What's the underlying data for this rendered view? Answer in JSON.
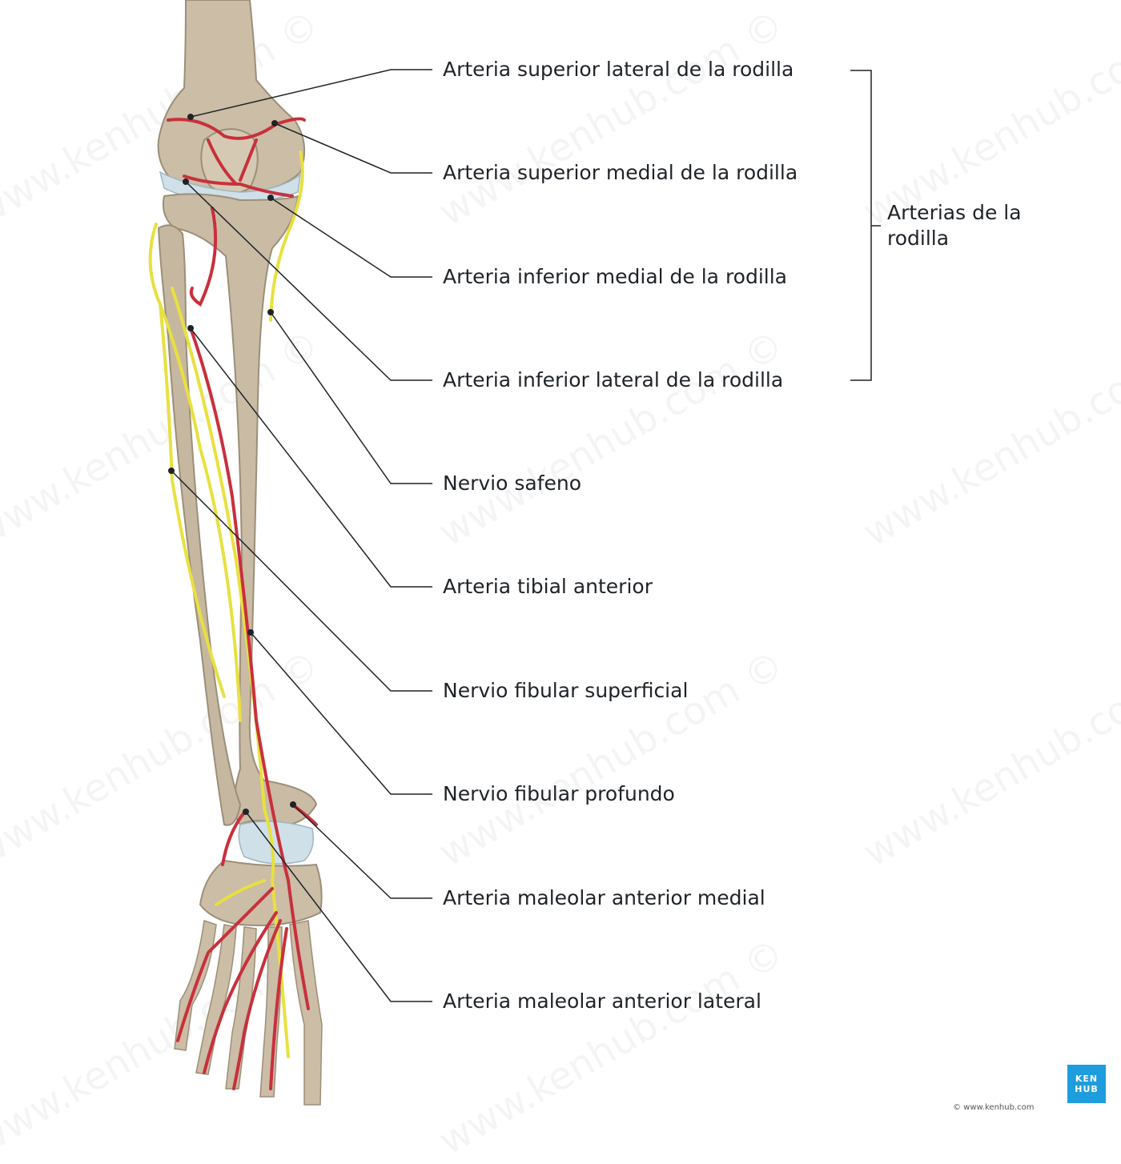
{
  "labels": [
    "Arteria superior lateral de la rodilla",
    "Arteria superior medial de la rodilla",
    "Arteria inferior medial de la rodilla",
    "Arteria inferior lateral de la rodilla",
    "Nervio safeno",
    "Arteria tibial anterior",
    "Nervio fibular superficial",
    "Nervio fibular profundo",
    "Arteria maleolar anterior medial",
    "Arteria maleolar anterior lateral"
  ],
  "group_label": "Arterias de la rodilla",
  "logo": {
    "line1": "KEN",
    "line2": "HUB"
  },
  "copyright": "© www.kenhub.com",
  "watermark": "www.kenhub.com ©",
  "colors": {
    "artery": "#c8303c",
    "nerve": "#e8e040",
    "bone": "#c9bba4",
    "cartilage": "#cfe0e8",
    "label_text": "#1f2328",
    "leader_line": "#1f2328",
    "brand": "#1e9dde"
  }
}
